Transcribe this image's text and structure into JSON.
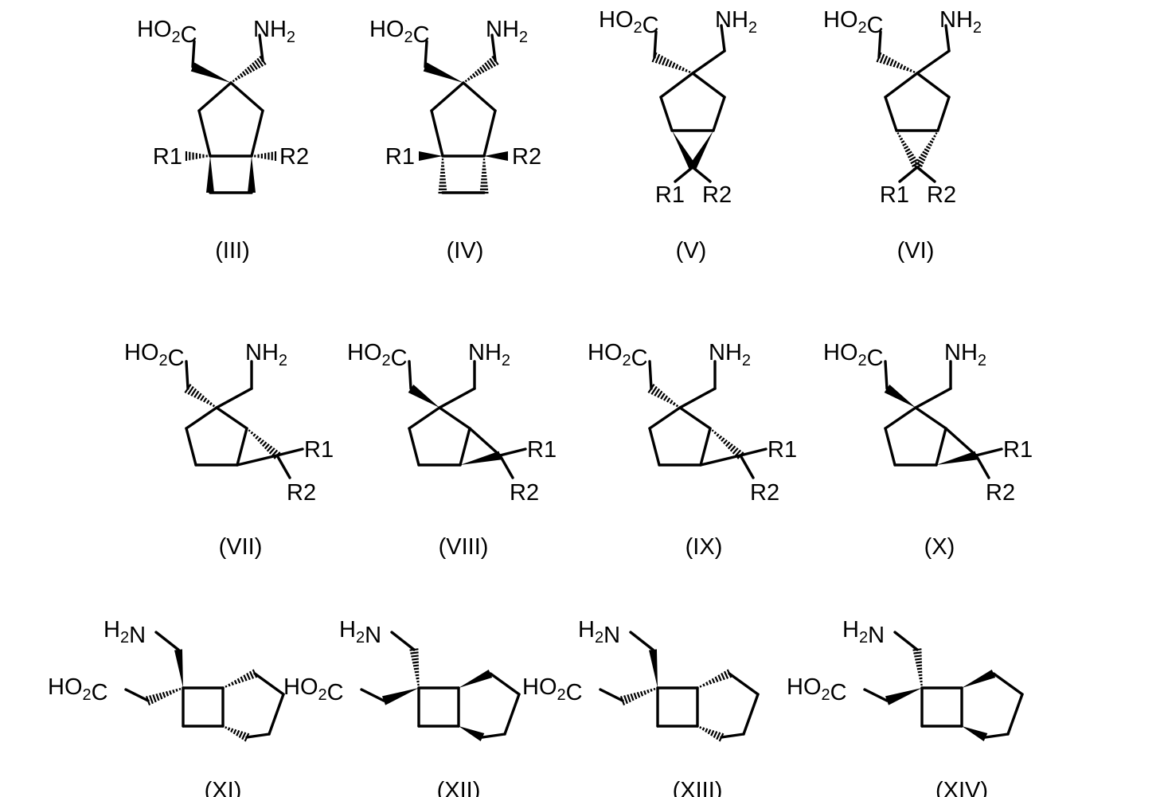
{
  "labels": {
    "acid": "HO2C",
    "amine": "NH2",
    "amine_left": "H2N",
    "r1": "R1",
    "r2": "R2"
  },
  "structures": [
    {
      "id": "III",
      "caption": "(III)"
    },
    {
      "id": "IV",
      "caption": "(IV)"
    },
    {
      "id": "V",
      "caption": "(V)"
    },
    {
      "id": "VI",
      "caption": "(VI)"
    },
    {
      "id": "VII",
      "caption": "(VII)"
    },
    {
      "id": "VIII",
      "caption": "(VIII)"
    },
    {
      "id": "IX",
      "caption": "(IX)"
    },
    {
      "id": "X",
      "caption": "(X)"
    },
    {
      "id": "XI",
      "caption": "(XI)"
    },
    {
      "id": "XII",
      "caption": "(XII)"
    },
    {
      "id": "XIII",
      "caption": "(XIII)"
    },
    {
      "id": "XIV",
      "caption": "(XIV)"
    }
  ]
}
